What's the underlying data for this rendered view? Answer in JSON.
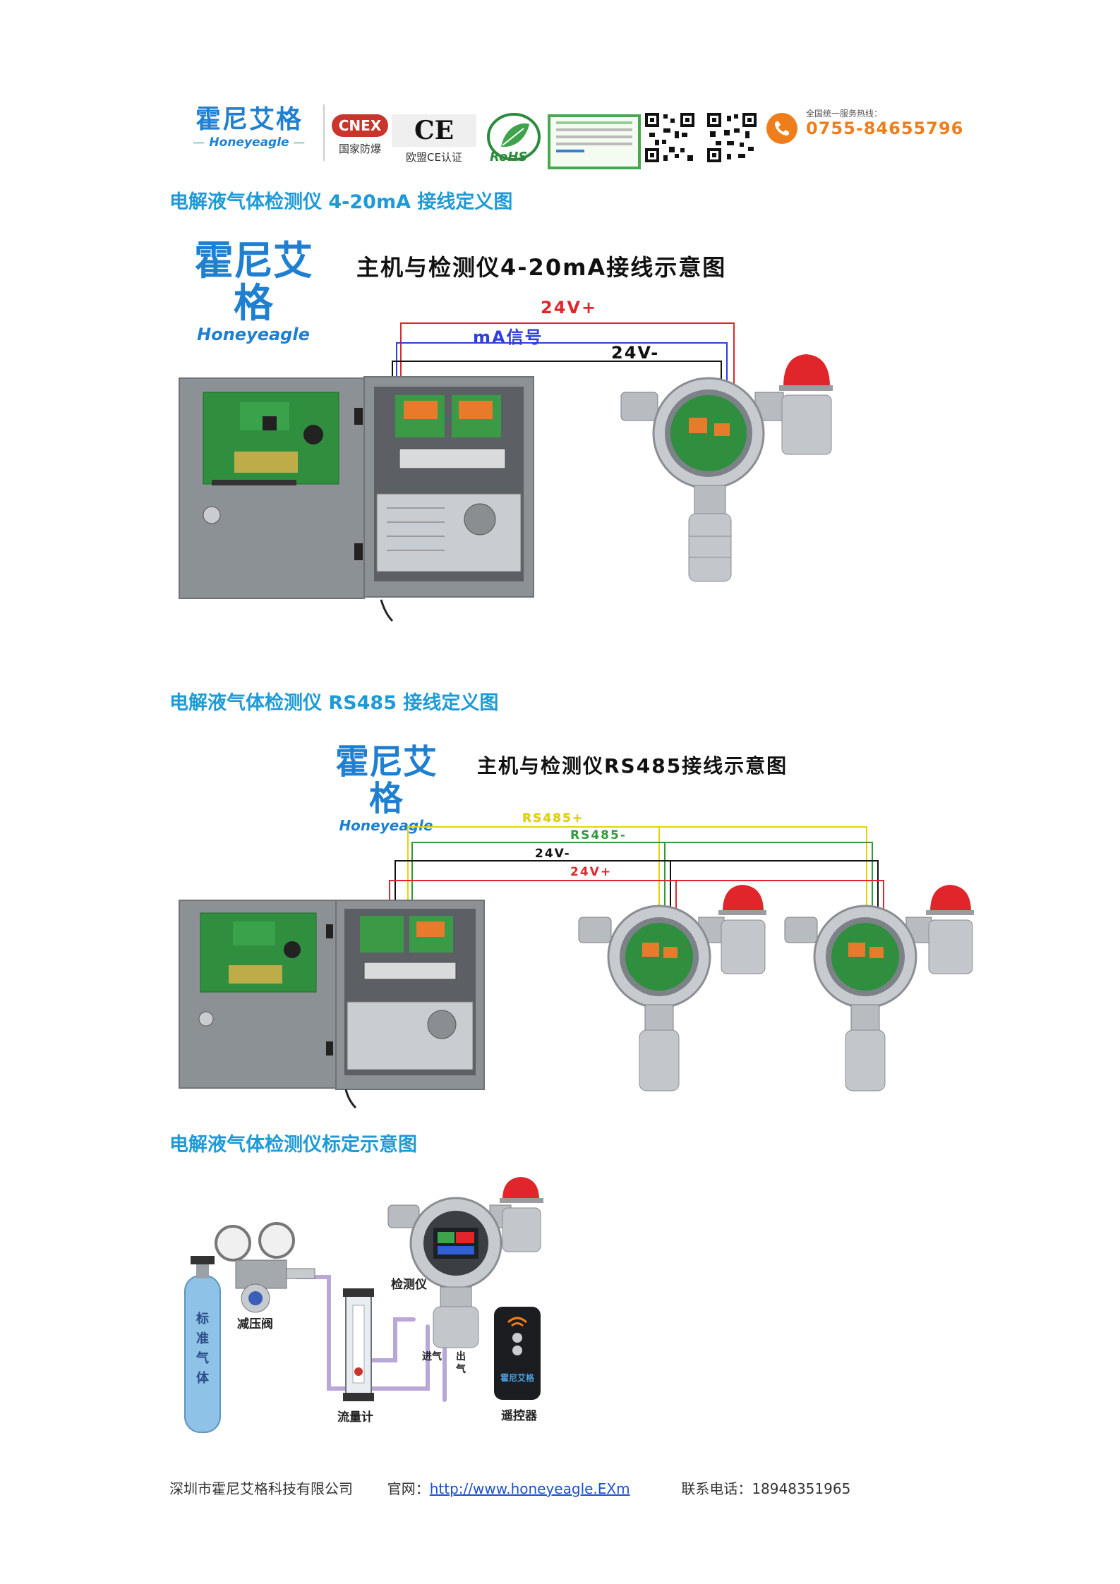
{
  "header": {
    "logo_cn": "霍尼艾格",
    "logo_en": "Honeyeagle",
    "cert_cnex_mark": "CNEX",
    "cert_cnex_caption": "国家防爆",
    "cert_ce_mark": "CE",
    "cert_ce_caption": "欧盟CE认证",
    "cert_rohs_mark": "RoHS",
    "phone_caption": "全国统一服务热线：",
    "phone_number": "0755-84655796"
  },
  "section1": {
    "title": "电解液气体检测仪 4-20mA 接线定义图",
    "logo_cn": "霍尼艾格",
    "logo_en": "Honeyeagle",
    "diagram_title": "主机与检测仪4-20mA接线示意图",
    "wires": {
      "pos": "24V+",
      "signal": "mA信号",
      "neg": "24V-"
    }
  },
  "section2": {
    "title": "电解液气体检测仪 RS485 接线定义图",
    "logo_cn": "霍尼艾格",
    "logo_en": "Honeyeagle",
    "diagram_title": "主机与检测仪RS485接线示意图",
    "wires": {
      "a": "RS485+",
      "b": "RS485-",
      "neg": "24V-",
      "pos": "24V+"
    }
  },
  "section3": {
    "title": "电解液气体检测仪标定示意图",
    "labels": {
      "cylinder": "标准气体",
      "regulator": "减压阀",
      "flowmeter": "流量计",
      "detector": "检测仪",
      "inlet": "进气",
      "outlet": "出气",
      "remote": "遥控器",
      "remote_brand": "霍尼艾格"
    }
  },
  "footer": {
    "company": "深圳市霍尼艾格科技有限公司",
    "site_label": "官网：",
    "site_url": "http://www.honeyeagle.EXm",
    "phone_label": "联系电话：",
    "phone": "18948351965"
  },
  "colors": {
    "brand_blue": "#1f7fd0",
    "title_blue": "#1e9ad6",
    "wire_red": "#e0262b",
    "wire_blue": "#2f3fd9",
    "wire_black": "#111111",
    "wire_yellow": "#e6d400",
    "wire_green": "#2e9a3a",
    "phone_orange": "#ef7d1a"
  }
}
